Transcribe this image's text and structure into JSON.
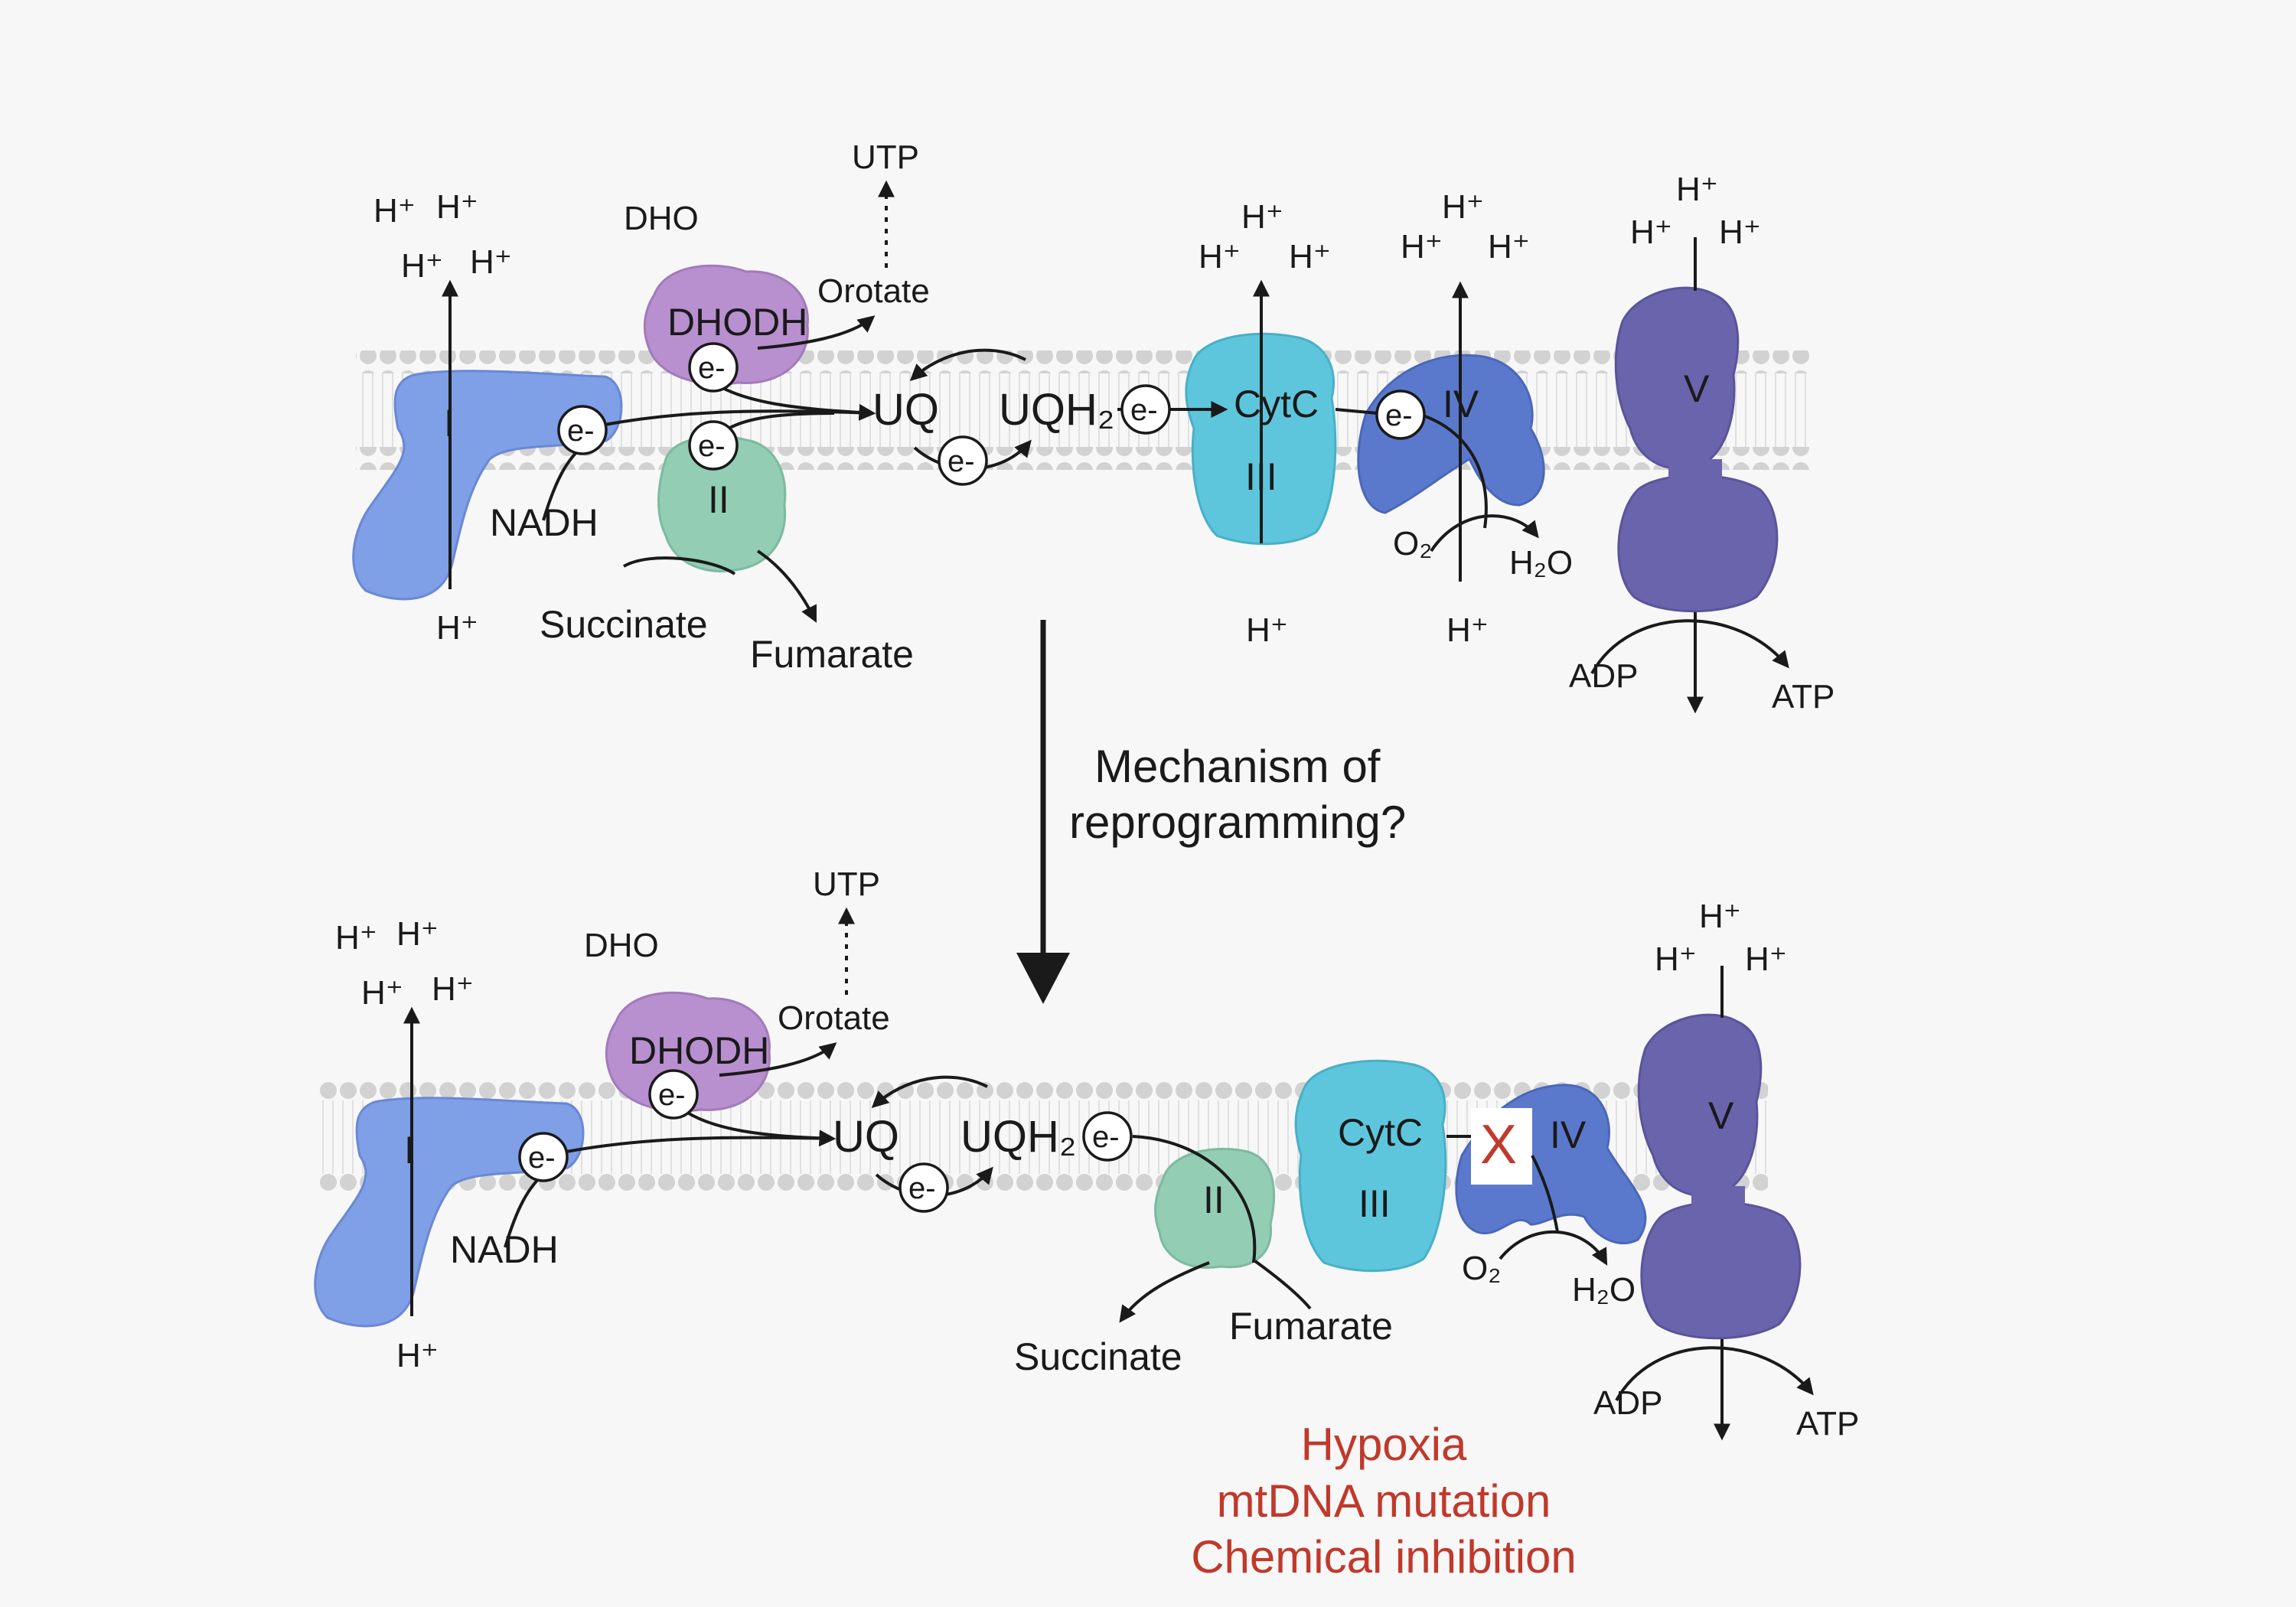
{
  "labels": {
    "h_plus": "H⁺",
    "nadh": "NADH",
    "dho": "DHO",
    "dhodh": "DHODH",
    "utp": "UTP",
    "orotate": "Orotate",
    "uq": "UQ",
    "uqh2": "UQH₂",
    "electron": "e-",
    "succinate": "Succinate",
    "fumarate": "Fumarate",
    "cytc": "CytC",
    "o2": "O₂",
    "h2o": "H₂O",
    "adp": "ADP",
    "atp": "ATP"
  },
  "complexes": {
    "c1": "I",
    "c2": "II",
    "c3": "III",
    "c4": "IV",
    "c5": "V"
  },
  "question": {
    "line1": "Mechanism of",
    "line2": "reprogramming?"
  },
  "block_mark": "X",
  "causes": [
    "Hypoxia",
    "mtDNA mutation",
    "Chemical inhibition"
  ],
  "colors": {
    "complex_I": "#7f9fe6",
    "complex_II": "#93cdb4",
    "complex_III": "#5ec6dc",
    "complex_IV": "#5b79cc",
    "complex_V": "#6a64ad",
    "dhodh": "#b88fcf",
    "membrane": "#d4d4d4",
    "cause_text": "#c0392b"
  }
}
